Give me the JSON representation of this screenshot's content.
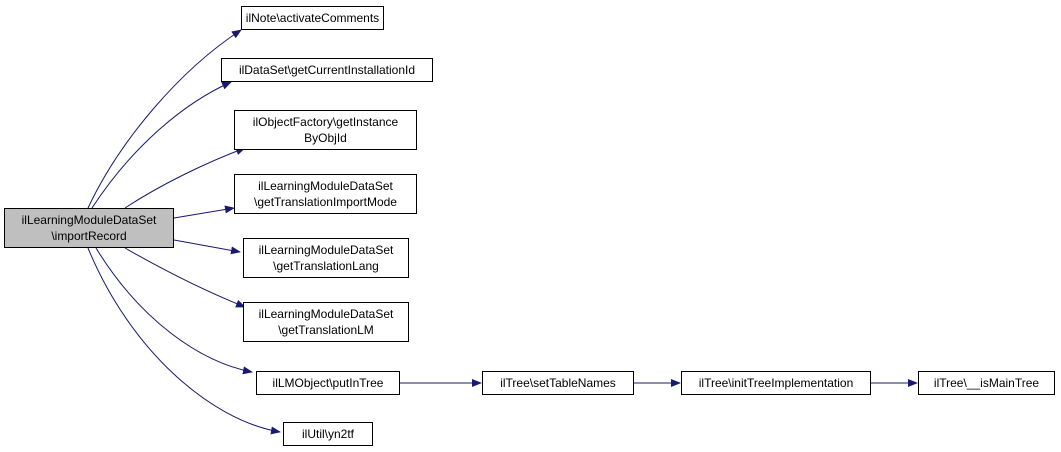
{
  "colors": {
    "edge": "#191970",
    "node_border": "#000000",
    "root_fill": "#bfbfbf",
    "node_fill": "#ffffff"
  },
  "nodes": {
    "root": {
      "line1": "ilLearningModuleDataSet",
      "line2": "\\importRecord"
    },
    "note": {
      "line1": "ilNote\\activateComments"
    },
    "dataset": {
      "line1": "ilDataSet\\getCurrentInstallationId"
    },
    "objfactory": {
      "line1": "ilObjectFactory\\getInstance",
      "line2": "ByObjId"
    },
    "importmode": {
      "line1": "ilLearningModuleDataSet",
      "line2": "\\getTranslationImportMode"
    },
    "translang": {
      "line1": "ilLearningModuleDataSet",
      "line2": "\\getTranslationLang"
    },
    "translm": {
      "line1": "ilLearningModuleDataSet",
      "line2": "\\getTranslationLM"
    },
    "putintree": {
      "line1": "ilLMObject\\putInTree"
    },
    "yn2tf": {
      "line1": "ilUtil\\yn2tf"
    },
    "settable": {
      "line1": "ilTree\\setTableNames"
    },
    "inittree": {
      "line1": "ilTree\\initTreeImplementation"
    },
    "ismain": {
      "line1": "ilTree\\__isMainTree"
    }
  }
}
